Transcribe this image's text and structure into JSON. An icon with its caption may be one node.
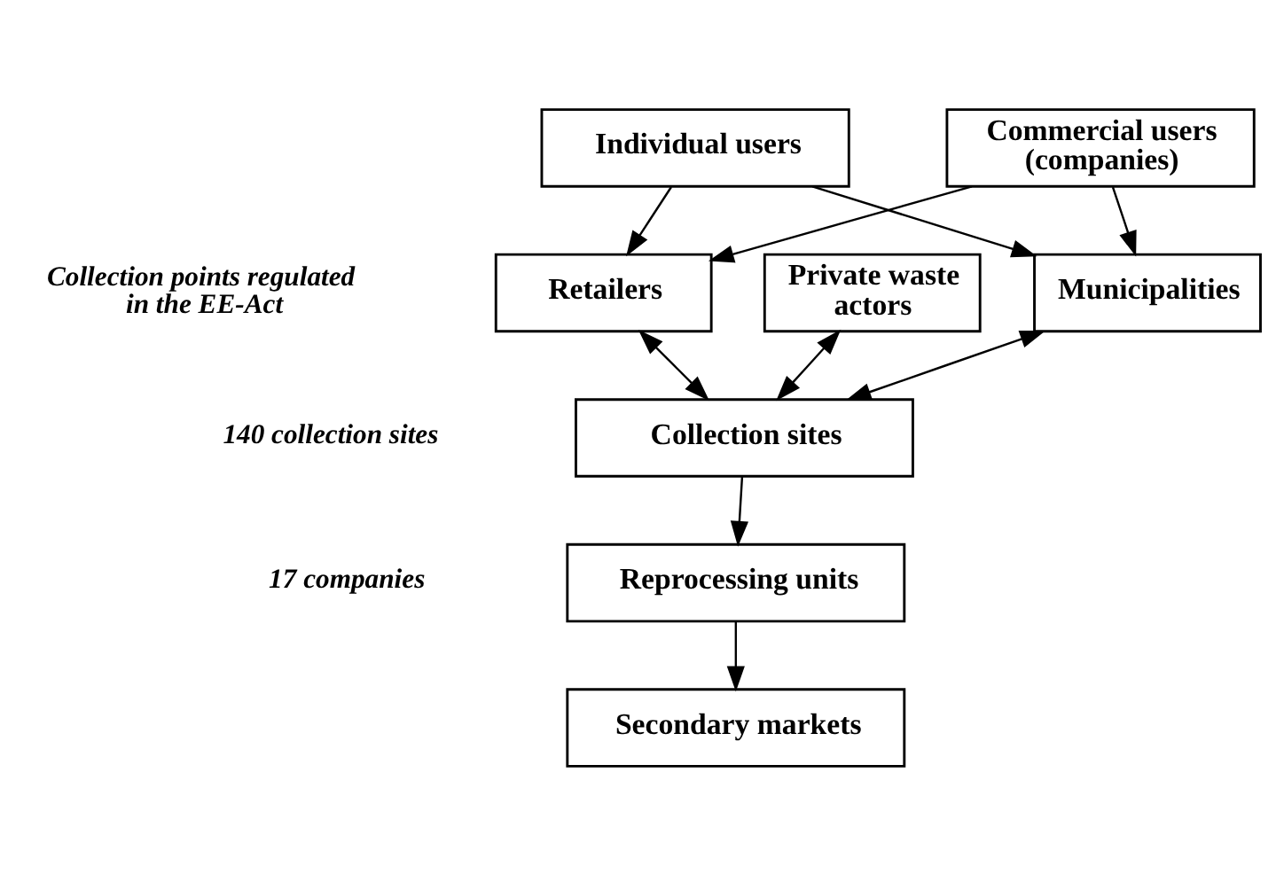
{
  "diagram": {
    "nodes": [
      {
        "text": [
          "Individual users"
        ]
      },
      {
        "text": [
          "Commercial users (companies)"
        ]
      },
      {
        "text": [
          "Retailers"
        ]
      },
      {
        "text": [
          "Private waste actors"
        ]
      },
      {
        "text": [
          "Municipalities"
        ]
      },
      {
        "text": [
          "Collection sites"
        ]
      },
      {
        "text": [
          "Reprocessing units"
        ]
      },
      {
        "text": [
          "Secondary markets"
        ]
      }
    ],
    "edges": [
      {
        "from": 0,
        "to": 2,
        "arrow": "to"
      },
      {
        "from": 0,
        "to": 4,
        "arrow": "to"
      },
      {
        "from": 1,
        "to": 2,
        "arrow": "to"
      },
      {
        "from": 1,
        "to": 4,
        "arrow": "to"
      },
      {
        "from": 2,
        "to": 5,
        "arrow": "both"
      },
      {
        "from": 3,
        "to": 5,
        "arrow": "both"
      },
      {
        "from": 4,
        "to": 5,
        "arrow": "both"
      },
      {
        "from": 5,
        "to": 6,
        "arrow": "to"
      },
      {
        "from": 6,
        "to": 7,
        "arrow": "to"
      }
    ],
    "labels": [
      "Collection points regulated in the EE-Act",
      "140 collection sites",
      "17 companies"
    ]
  }
}
